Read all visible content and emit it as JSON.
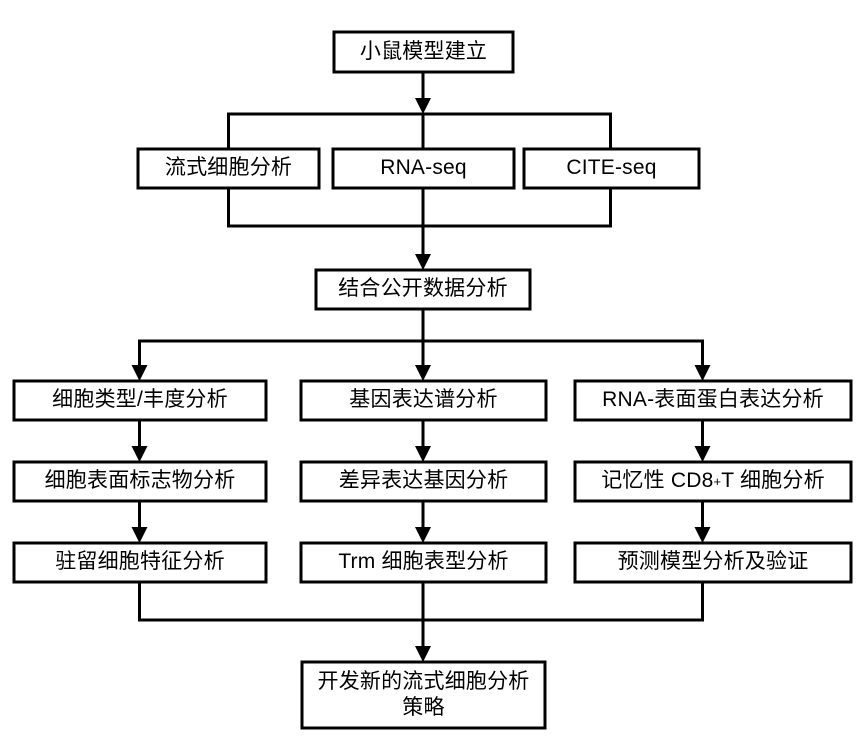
{
  "diagram": {
    "type": "flowchart",
    "orientation": "top-to-bottom",
    "background_color": "#ffffff",
    "line_color": "#000000",
    "box_fill": "#ffffff",
    "nodes": {
      "start": {
        "label": "小鼠模型建立"
      },
      "methods": [
        {
          "label": "流式细胞分析"
        },
        {
          "label": "RNA-seq"
        },
        {
          "label": "CITE-seq"
        }
      ],
      "integration": {
        "label": "结合公开数据分析"
      },
      "columns": [
        {
          "steps": [
            {
              "label": "细胞类型/丰度分析"
            },
            {
              "label": "细胞表面标志物分析"
            },
            {
              "label": "驻留细胞特征分析"
            }
          ]
        },
        {
          "steps": [
            {
              "label": "基因表达谱分析"
            },
            {
              "label": "差异表达基因分析"
            },
            {
              "label": "Trm 细胞表型分析"
            }
          ]
        },
        {
          "steps": [
            {
              "label": "RNA-表面蛋白表达分析"
            },
            {
              "label": "记忆性 CD8+ T 细胞分析",
              "label_prefix": "记忆性 CD8",
              "label_superscript": "+",
              "label_suffix": " T 细胞分析"
            },
            {
              "label": "预测模型分析及验证"
            }
          ]
        }
      ],
      "outcome": {
        "label": "开发新的流式细胞分析\n策略"
      }
    }
  }
}
